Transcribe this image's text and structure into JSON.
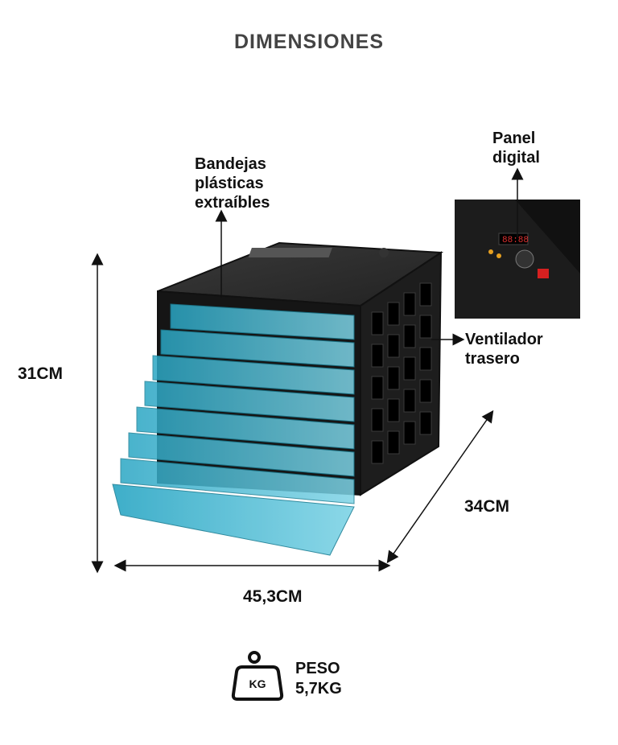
{
  "title": "DIMENSIONES",
  "labels": {
    "trays_line1": "Bandejas",
    "trays_line2": "plásticas",
    "trays_line3": "extraíbles",
    "panel_line1": "Panel",
    "panel_line2": "digital",
    "fan_line1": "Ventilador",
    "fan_line2": "trasero"
  },
  "dimensions": {
    "height": "31CM",
    "depth": "34CM",
    "width": "45,3CM"
  },
  "weight": {
    "icon_text": "KG",
    "label": "PESO",
    "value": "5,7KG"
  },
  "panel_display": "88:88",
  "colors": {
    "tray_blue": "#3fb6cf",
    "body_black": "#1a1a1a",
    "arrow": "#111111"
  }
}
